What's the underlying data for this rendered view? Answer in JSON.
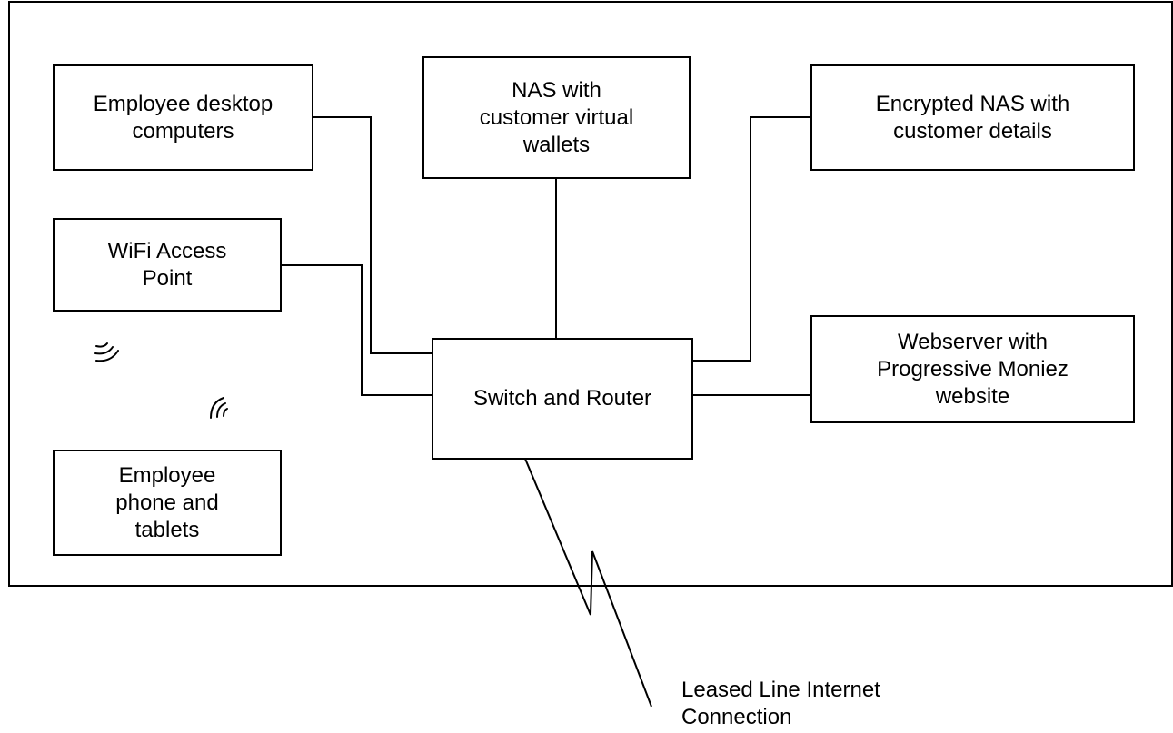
{
  "nodes": {
    "employee_desktops": {
      "line1": "Employee desktop",
      "line2": "computers"
    },
    "nas_wallets": {
      "line1": "NAS with",
      "line2": "customer virtual",
      "line3": "wallets"
    },
    "encrypted_nas": {
      "line1": "Encrypted NAS with",
      "line2": "customer details"
    },
    "wifi_ap": {
      "line1": "WiFi Access",
      "line2": "Point"
    },
    "switch_router": {
      "line1": "Switch and Router"
    },
    "webserver": {
      "line1": "Webserver with",
      "line2": "Progressive Moniez",
      "line3": "website"
    },
    "employee_phones": {
      "line1": "Employee",
      "line2": "phone and",
      "line3": "tablets"
    }
  },
  "external": {
    "leased_line": {
      "line1": "Leased Line Internet",
      "line2": "Connection"
    }
  },
  "colors": {
    "stroke": "#000000",
    "background": "#ffffff"
  }
}
